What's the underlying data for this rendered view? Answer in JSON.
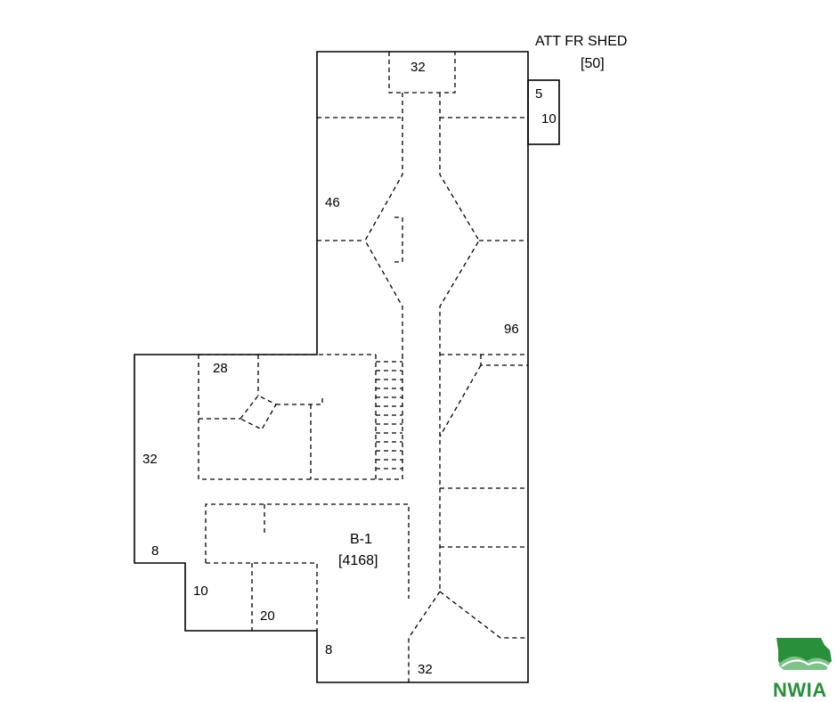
{
  "shed": {
    "name": "ATT FR SHED",
    "area": "[50]",
    "dim_a": "5",
    "dim_b": "10"
  },
  "building": {
    "name": "B-1",
    "area": "[4168]"
  },
  "dimensions": {
    "top_width": "32",
    "upper_height": "46",
    "right_height": "96",
    "wing_top": "28",
    "wing_height": "32",
    "wing_bottom_step": "8",
    "notch_height": "10",
    "notch_width": "20",
    "lower_step": "8",
    "bottom_width": "32"
  },
  "logo": {
    "text": "NWIA",
    "color": "#2a8f3a"
  }
}
